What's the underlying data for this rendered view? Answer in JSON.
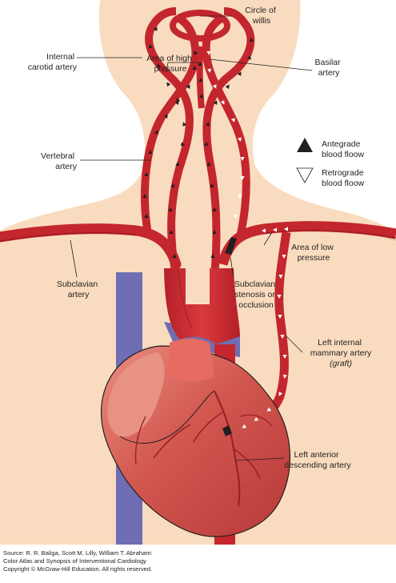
{
  "labels": {
    "circle_of_willis": [
      "Circle of",
      "willis"
    ],
    "internal_carotid": [
      "Internal",
      "carotid artery"
    ],
    "area_high_pressure": [
      "Area of high",
      "pressure"
    ],
    "basilar": [
      "Basilar",
      "artery"
    ],
    "antegrade": [
      "Antegrade",
      "blood floow"
    ],
    "retrograde": [
      "Retrograde",
      "blood floow"
    ],
    "vertebral": [
      "Vertebral",
      "artery"
    ],
    "area_low_pressure": [
      "Area of low",
      "pressure"
    ],
    "subclavian": [
      "Subclavian",
      "artery"
    ],
    "subclavian_stenosis": [
      "Subclavian",
      "stenosis or",
      "occlusion"
    ],
    "lima": [
      "Left internal",
      "mammary artery"
    ],
    "lima_graft": "(graft)",
    "lad": [
      "Left anterior",
      "descending artery"
    ]
  },
  "source": [
    "Source: R. R. Baliga, Scott M. Lilly, William T. Abraham:",
    "Color Atlas and Synopsis of Interventional Cardiology",
    "Copyright © McGraw-Hill Education. All rights reserved."
  ],
  "colors": {
    "skin": "#f9dcbf",
    "artery": "#c4262e",
    "artery_dark": "#8e1b20",
    "vein": "#6f6db3",
    "heart": "#cf4a4c",
    "heart_light": "#e47e74"
  }
}
